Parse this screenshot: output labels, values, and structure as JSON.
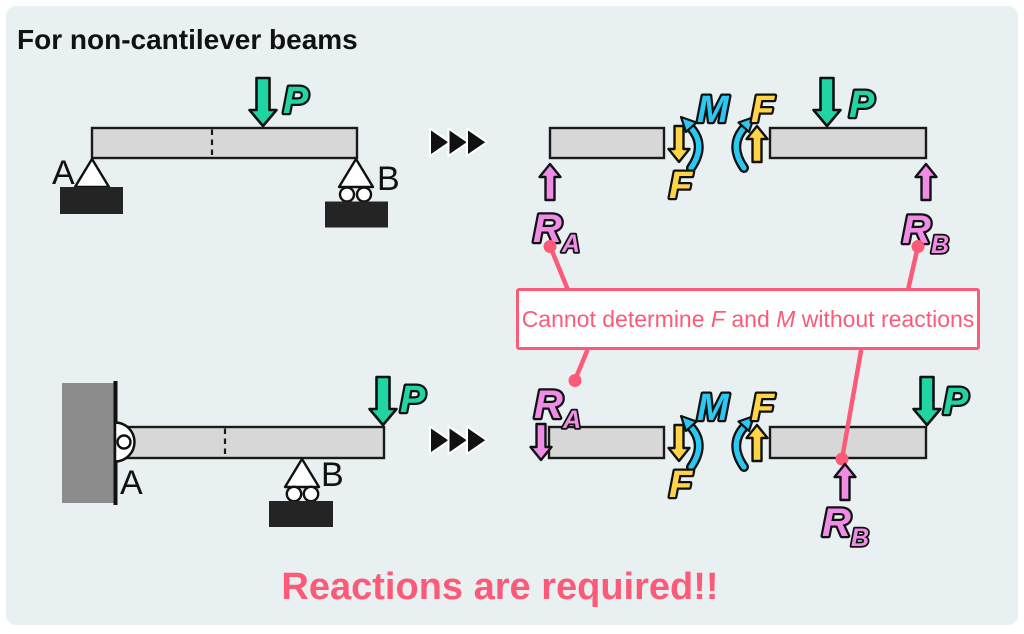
{
  "title": "For non-cantilever beams",
  "footer": "Reactions are required!!",
  "callout": {
    "part1": "Cannot determine ",
    "force_symbol": "F",
    "part2": " and ",
    "moment_symbol": "M",
    "part3": " without reactions"
  },
  "symbols": {
    "load": "P",
    "shear": "F",
    "moment": "M",
    "reaction": "R",
    "point_a": "A",
    "point_b": "B"
  },
  "icons": {
    "fast_forward": "▶▶▶"
  },
  "colors": {
    "background": "#E9F0F1",
    "load_teal": "#20D5A3",
    "shear_yellow": "#FFD447",
    "moment_cyan": "#2BC9F1",
    "reaction_violet": "#EF8CE6",
    "accent_pink": "#FB5B78",
    "beam_gray": "#D7D7D7",
    "wall_gray": "#8C8C8C",
    "ground_dark": "#242424"
  }
}
